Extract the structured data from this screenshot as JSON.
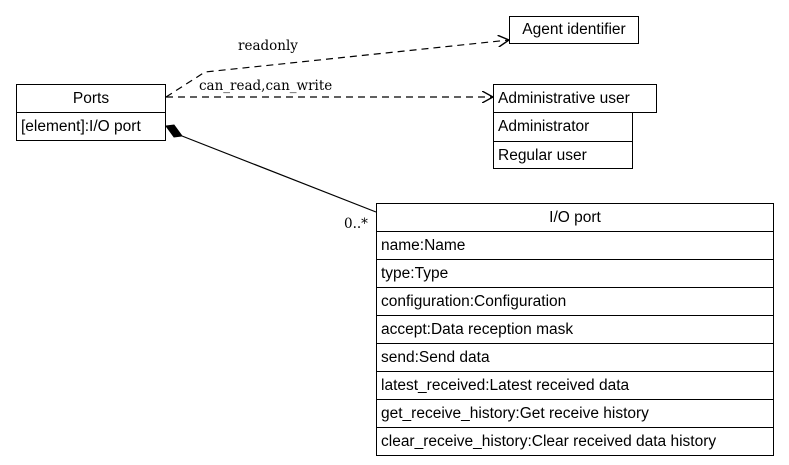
{
  "ports": {
    "title": "Ports",
    "attribute": "[element]:I/O port"
  },
  "agent": {
    "title": "Agent identifier"
  },
  "admin": {
    "title": "Administrative user",
    "values": [
      "Administrator",
      "Regular user"
    ]
  },
  "io_port": {
    "title": "I/O port",
    "members": [
      "name:Name",
      "type:Type",
      "configuration:Configuration",
      "accept:Data reception mask",
      "send:Send data",
      "latest_received:Latest received data",
      "get_receive_history:Get receive history",
      "clear_receive_history:Clear received data history"
    ]
  },
  "edges": {
    "readonly": "readonly",
    "can_read_write": "can_read,can_write",
    "multiplicity": "0..*"
  },
  "colors": {
    "line": "#000000",
    "fill": "#ffffff"
  }
}
